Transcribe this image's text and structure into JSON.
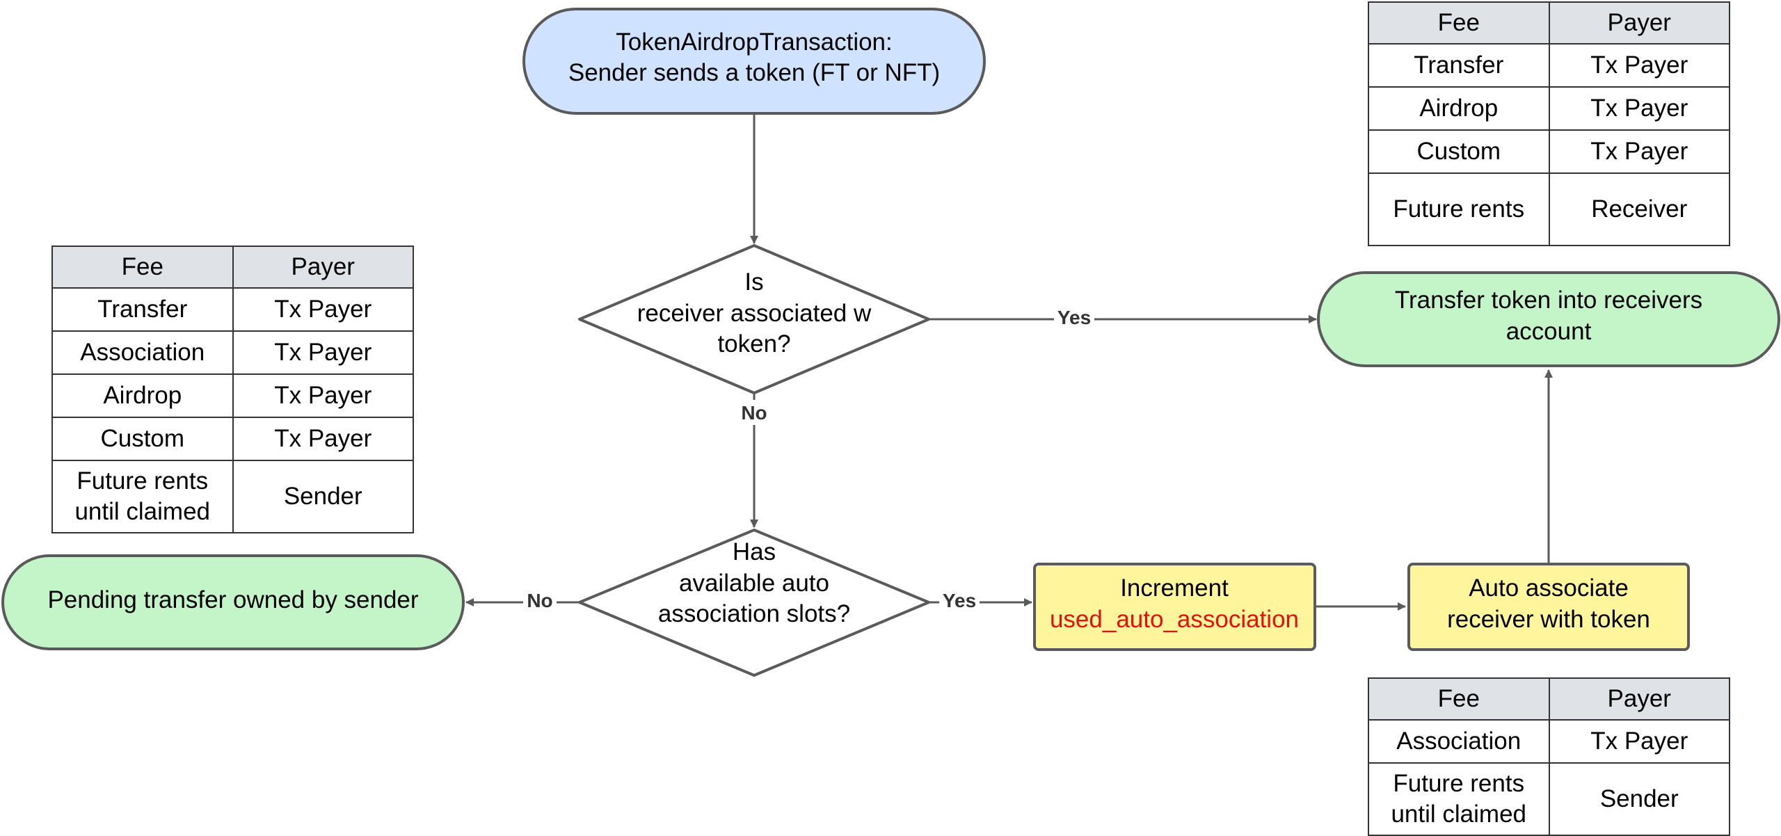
{
  "colors": {
    "start": "#cfe2ff",
    "terminal": "#c3f5c8",
    "process": "#fff59d",
    "decision": "#ffffff",
    "stroke": "#5a5a5a",
    "highlight": "#e0120f",
    "table_header": "#dfe3e8"
  },
  "nodes": {
    "start": {
      "line1": "TokenAirdropTransaction:",
      "line2": "Sender sends a token (FT or NFT)"
    },
    "decision_associated": {
      "line1": "Is",
      "line2": "receiver associated w",
      "line3": "token?"
    },
    "decision_slots": {
      "line1": "Has",
      "line2": "available auto",
      "line3": "association slots?"
    },
    "transfer": {
      "line1": "Transfer token into receivers",
      "line2": "account"
    },
    "pending": {
      "line1": "Pending transfer owned by sender"
    },
    "increment": {
      "line1": "Increment",
      "line2": "used_auto_association"
    },
    "auto_associate": {
      "line1": "Auto associate",
      "line2": "receiver with token"
    }
  },
  "edges": {
    "yes_label": "Yes",
    "no_label": "No"
  },
  "tables": {
    "top_right": {
      "headers": [
        "Fee",
        "Payer"
      ],
      "rows": [
        [
          "Transfer",
          "Tx Payer"
        ],
        [
          "Airdrop",
          "Tx Payer"
        ],
        [
          "Custom",
          "Tx Payer"
        ],
        [
          "Future rents",
          "Receiver"
        ]
      ]
    },
    "left": {
      "headers": [
        "Fee",
        "Payer"
      ],
      "rows": [
        [
          "Transfer",
          "Tx Payer"
        ],
        [
          "Association",
          "Tx Payer"
        ],
        [
          "Airdrop",
          "Tx Payer"
        ],
        [
          "Custom",
          "Tx Payer"
        ],
        [
          "Future rents\nuntil claimed",
          "Sender"
        ]
      ]
    },
    "bottom_right": {
      "headers": [
        "Fee",
        "Payer"
      ],
      "rows": [
        [
          "Association",
          "Tx Payer"
        ],
        [
          "Future rents\nuntil claimed",
          "Sender"
        ]
      ]
    }
  }
}
